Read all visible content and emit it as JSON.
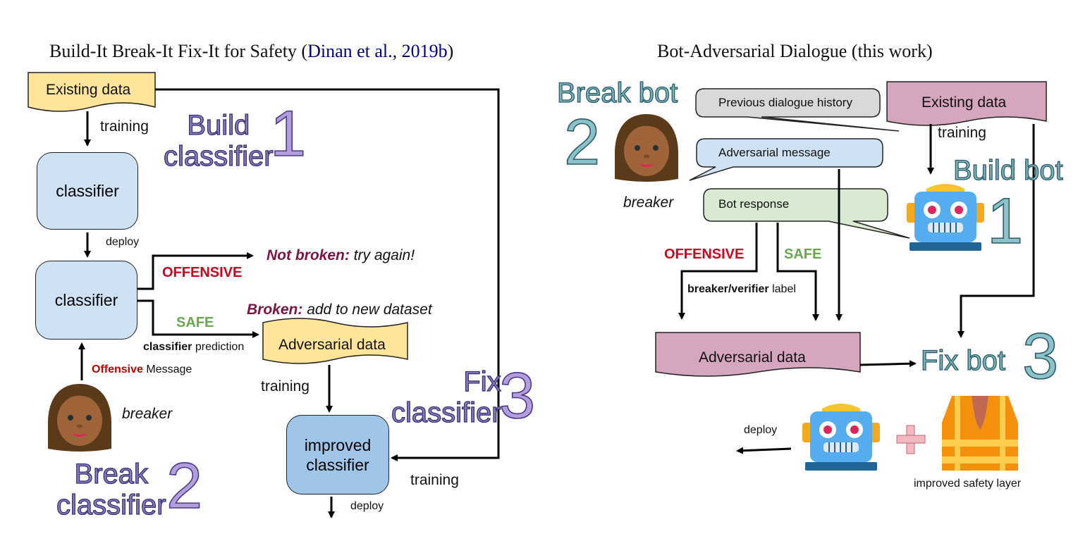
{
  "left": {
    "title_prefix": "Build-It Break-It Fix-It for Safety (",
    "title_cite": "Dinan et al.",
    "title_sep": ", ",
    "title_year": "2019b",
    "title_suffix": ")",
    "existing_data": "Existing data",
    "training_1": "training",
    "build_label": "Build\nclassifier",
    "build_num": "1",
    "classifier_1": "classifier",
    "deploy_1": "deploy",
    "classifier_2": "classifier",
    "not_broken": "Not broken:",
    "try_again": " try again!",
    "offensive": "OFFENSIVE",
    "broken": "Broken:",
    "add_new": " add to new dataset",
    "safe": "SAFE",
    "classifier_pred_bold": "classifier",
    "classifier_pred_rest": " prediction",
    "adversarial_data": "Adversarial data",
    "offensive_msg_bold": "Offensive",
    "offensive_msg_rest": " Message",
    "breaker": "breaker",
    "training_2": "training",
    "fix_label": "Fix\nclassifier",
    "fix_num": "3",
    "improved": "improved\nclassifier",
    "training_3": "training",
    "deploy_2": "deploy",
    "break_label": "Break\nclassifier",
    "break_num": "2"
  },
  "right": {
    "title": "Bot-Adversarial Dialogue (this work)",
    "break_bot": "Break bot",
    "break_num": "2",
    "breaker": "breaker",
    "prev_history": "Previous dialogue history",
    "adv_message": "Adversarial message",
    "bot_response": "Bot response",
    "existing_data": "Existing data",
    "training": "training",
    "build_bot": "Build bot",
    "build_num": "1",
    "offensive": "OFFENSIVE",
    "safe": "SAFE",
    "label_bold": "breaker/verifier",
    "label_rest": " label",
    "adversarial_data": "Adversarial data",
    "fix_bot": "Fix bot",
    "fix_num": "3",
    "deploy": "deploy",
    "plus": "+",
    "safety_layer": "improved safety layer"
  },
  "colors": {
    "yellow_data": "#ffe599",
    "pink_data": "#d5a6bd",
    "classifier_blue": "#cfe2f3",
    "improved_blue": "#9fc5e8",
    "bubble_gray": "#d9d9d9",
    "bubble_blue": "#cfe2f3",
    "bubble_green": "#d9ead3",
    "offensive_red": "#d0021b",
    "safe_green": "#6aa84f",
    "broken_maroon": "#7a1545",
    "cite_blue": "#000080"
  },
  "icons": [
    "breaker-emoji-icon",
    "robot-icon",
    "safety-vest-icon",
    "plus-icon"
  ]
}
